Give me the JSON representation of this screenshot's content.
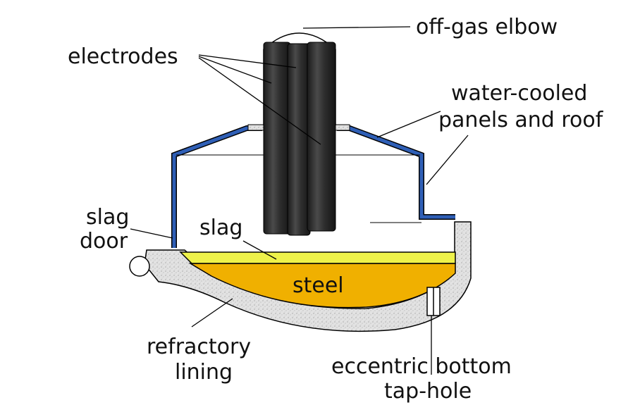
{
  "labels": {
    "off_gas_elbow": "off-gas elbow",
    "electrodes": "electrodes",
    "water_cooled_line1": "water-cooled",
    "water_cooled_line2": "panels and roof",
    "slag_door_line1": "slag",
    "slag_door_line2": "door",
    "slag": "slag",
    "steel": "steel",
    "refractory_line1": "refractory",
    "refractory_line2": "lining",
    "taphole_line1": "eccentric bottom",
    "taphole_line2": "tap-hole"
  },
  "colors": {
    "water_cooled_panels": "#2f5fb6",
    "steel": "#f0b000",
    "slag": "#eef24a",
    "refractory": "#dedede",
    "electrode": "#2a2a2a",
    "outline": "#000000"
  }
}
